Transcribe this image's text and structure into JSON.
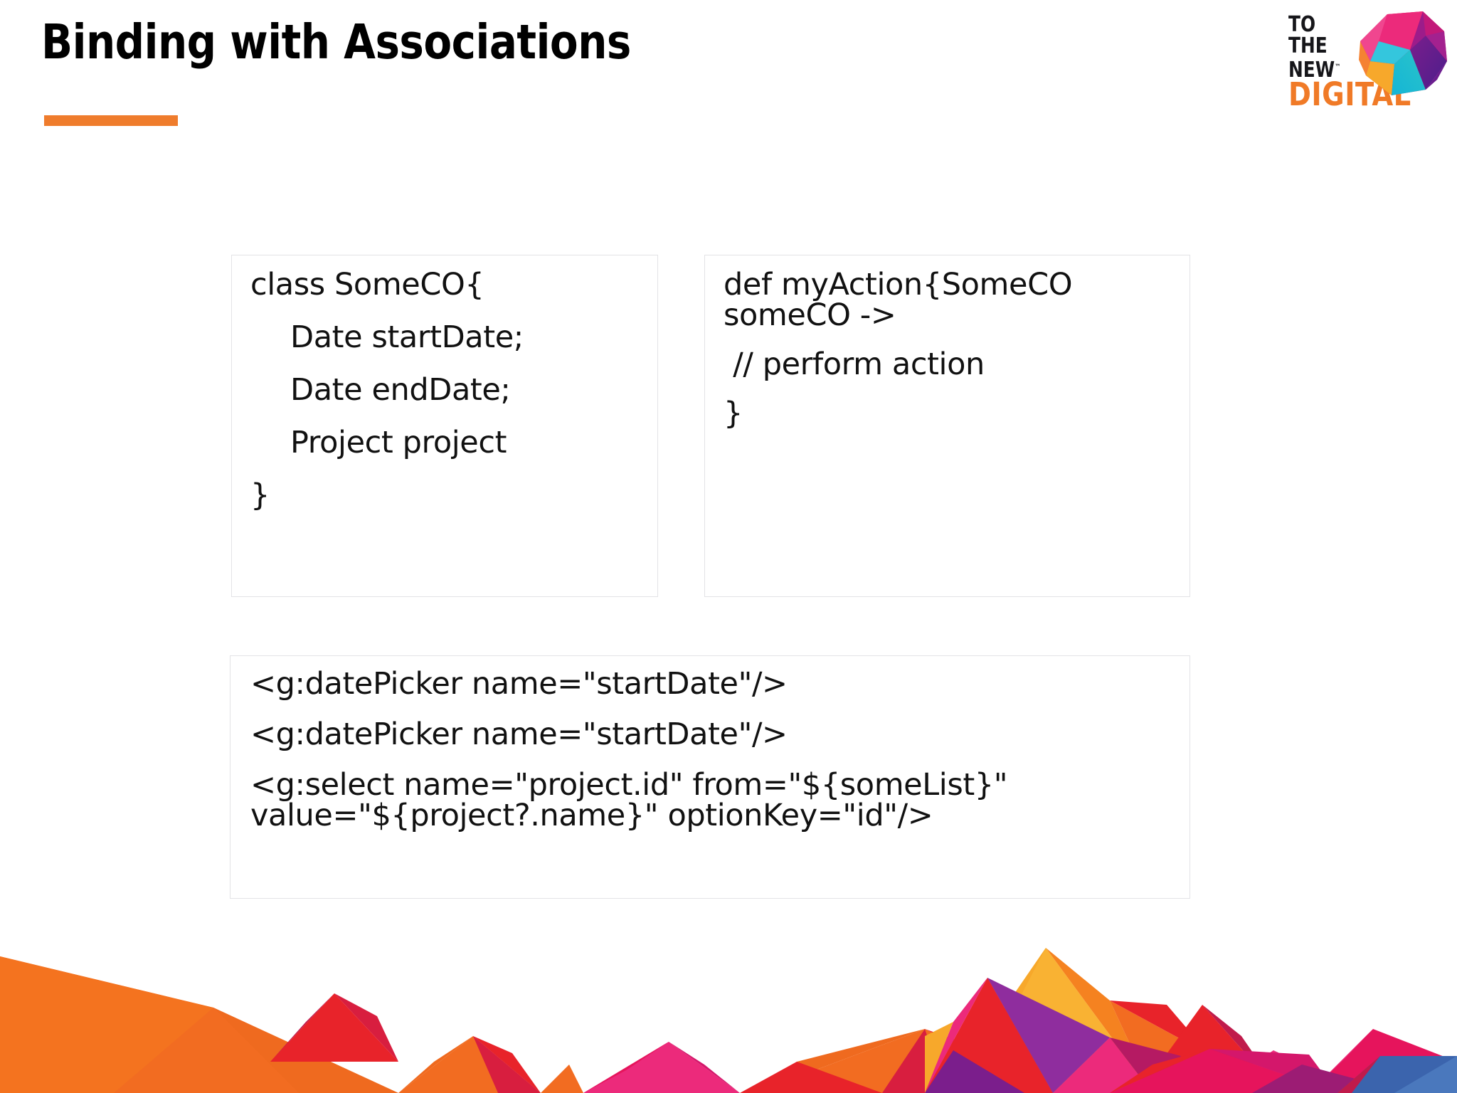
{
  "slide": {
    "title": "Binding with Associations",
    "accent_color": "#ef7c2c",
    "background_color": "#ffffff"
  },
  "logo": {
    "line1": "TO",
    "line2": "THE",
    "line3": "NEW",
    "trademark": "™",
    "wordmark": "DIGITAL",
    "wordmark_color": "#f07a27",
    "text_color": "#16161a",
    "gem_icon": "polygon-gem-icon"
  },
  "code_boxes": [
    {
      "name": "domain-class-box",
      "lines": [
        {
          "text": "class SomeCO{",
          "indent": false
        },
        {
          "text": "Date startDate;",
          "indent": true
        },
        {
          "text": "Date endDate;",
          "indent": true
        },
        {
          "text": "Project project",
          "indent": true
        },
        {
          "text": "}",
          "indent": false
        }
      ]
    },
    {
      "name": "action-closure-box",
      "lines": [
        {
          "text": "def myAction{SomeCO someCO ->",
          "indent": false
        },
        {
          "text": " // perform action",
          "indent": false
        },
        {
          "text": "}",
          "indent": false
        }
      ]
    },
    {
      "name": "gsp-markup-box",
      "lines": [
        {
          "text": "<g:datePicker name=\"startDate\"/>",
          "indent": false
        },
        {
          "text": "<g:datePicker name=\"startDate\"/>",
          "indent": false
        },
        {
          "text": "<g:select name=\"project.id\" from=\"${someList}\" value=\"${project?.name}\" optionKey=\"id\"/>",
          "indent": false
        }
      ]
    }
  ],
  "footer_art": {
    "name": "low-poly-mountains-decoration",
    "colors": [
      "#f26c21",
      "#ef7c2c",
      "#f7a82b",
      "#f9b233",
      "#e8232a",
      "#d81e3f",
      "#e6145c",
      "#ec2a7b",
      "#d4176b",
      "#b51a63",
      "#9c1c74",
      "#7b1e8c",
      "#8f2d9e",
      "#a52a79",
      "#c01b4b",
      "#3b64ad",
      "#4a78bd"
    ]
  }
}
